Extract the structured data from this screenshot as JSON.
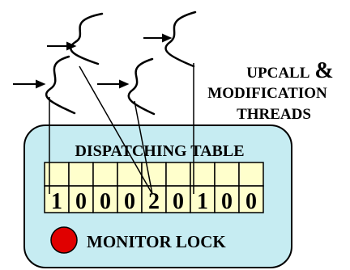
{
  "label": {
    "line1_text": "UPCALL",
    "line1_amp": "&",
    "line2": "MODIFICATION",
    "line3": "THREADS"
  },
  "table": {
    "title": "DISPATCHING TABLE",
    "counts": [
      "1",
      "0",
      "0",
      "0",
      "2",
      "0",
      "1",
      "0",
      "0"
    ]
  },
  "lock": {
    "label": "MONITOR LOCK",
    "color": "#e00000"
  },
  "colors": {
    "panel": "#c6ecf2",
    "slot": "#ffffcc",
    "stroke": "#000000"
  },
  "icons": [
    "arrow-icon",
    "squiggle-thread-icon",
    "red-lock-dot-icon"
  ]
}
